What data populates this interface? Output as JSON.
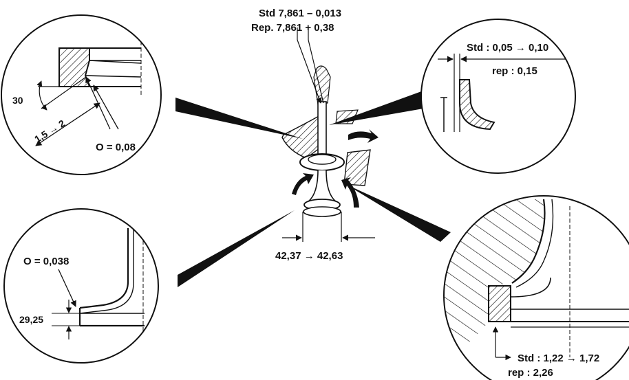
{
  "labels": {
    "stem_std": "Std 7,861 – 0,013",
    "stem_rep": "Rep. 7,861 + 0,38",
    "angle_30": "30",
    "seat_width": "1,5 → 2",
    "seat_o": "O = 0,08",
    "guide_std": "Std : 0,05 → 0,10",
    "guide_rep": "rep : 0,15",
    "head_o": "O = 0,038",
    "head_29": "29,25",
    "head_diam": "42,37 → 42,63",
    "insert_std": "Std : 1,22 → 1,72",
    "insert_rep": "rep : 2,26"
  },
  "colors": {
    "ink": "#111111",
    "paper": "#ffffff"
  }
}
